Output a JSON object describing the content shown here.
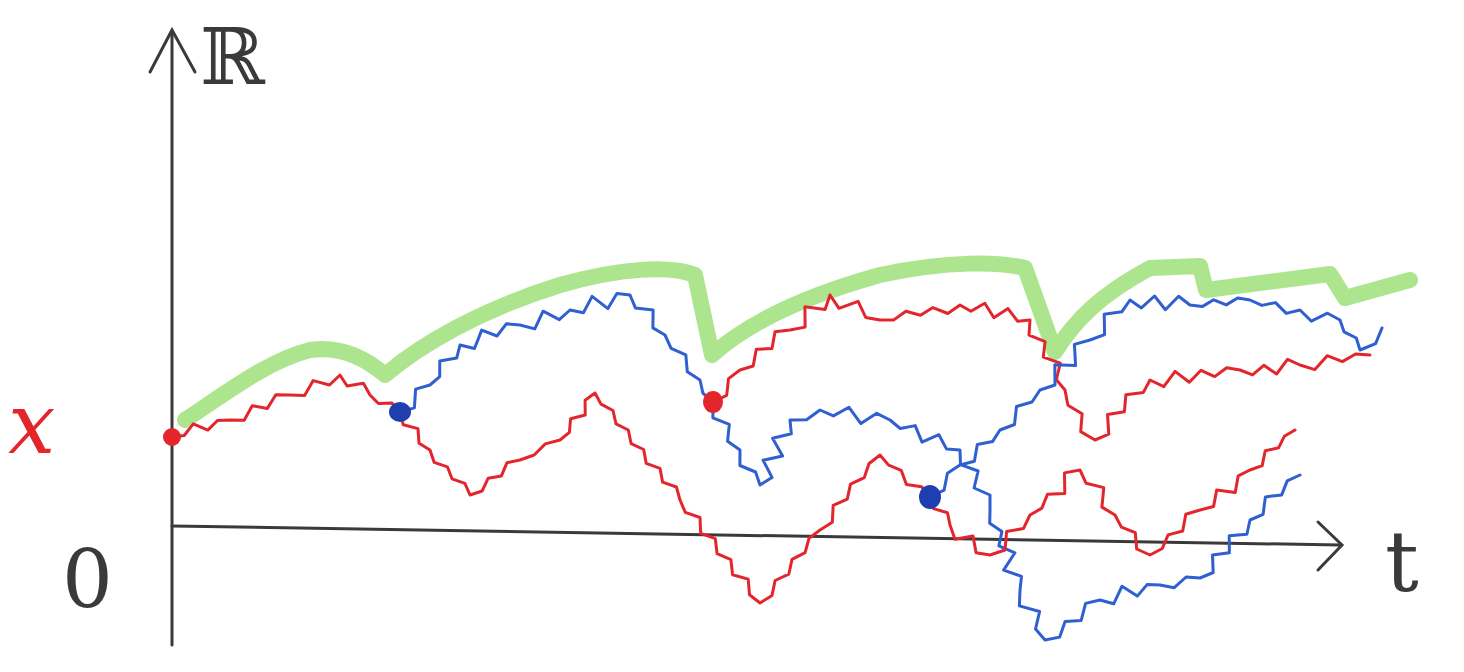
{
  "diagram": {
    "labels": [
      "ℝ",
      "x",
      "0",
      "t"
    ]
  }
}
